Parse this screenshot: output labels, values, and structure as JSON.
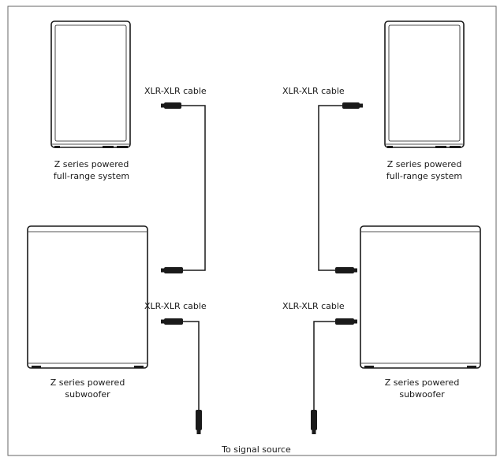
{
  "labels": {
    "cable_top_left": "XLR-XLR cable",
    "cable_top_right": "XLR-XLR cable",
    "cable_bottom_left": "XLR-XLR cable",
    "cable_bottom_right": "XLR-XLR cable",
    "fullrange_left": [
      "Z series powered",
      "full-range system"
    ],
    "fullrange_right": [
      "Z series powered",
      "full-range system"
    ],
    "sub_left": [
      "Z series powered",
      "subwoofer"
    ],
    "sub_right": [
      "Z series powered",
      "subwoofer"
    ],
    "signal_source": "To signal source"
  },
  "colors": {
    "line": "#1a1a1a",
    "border": "#666666",
    "connector": "#1a1a1a"
  }
}
